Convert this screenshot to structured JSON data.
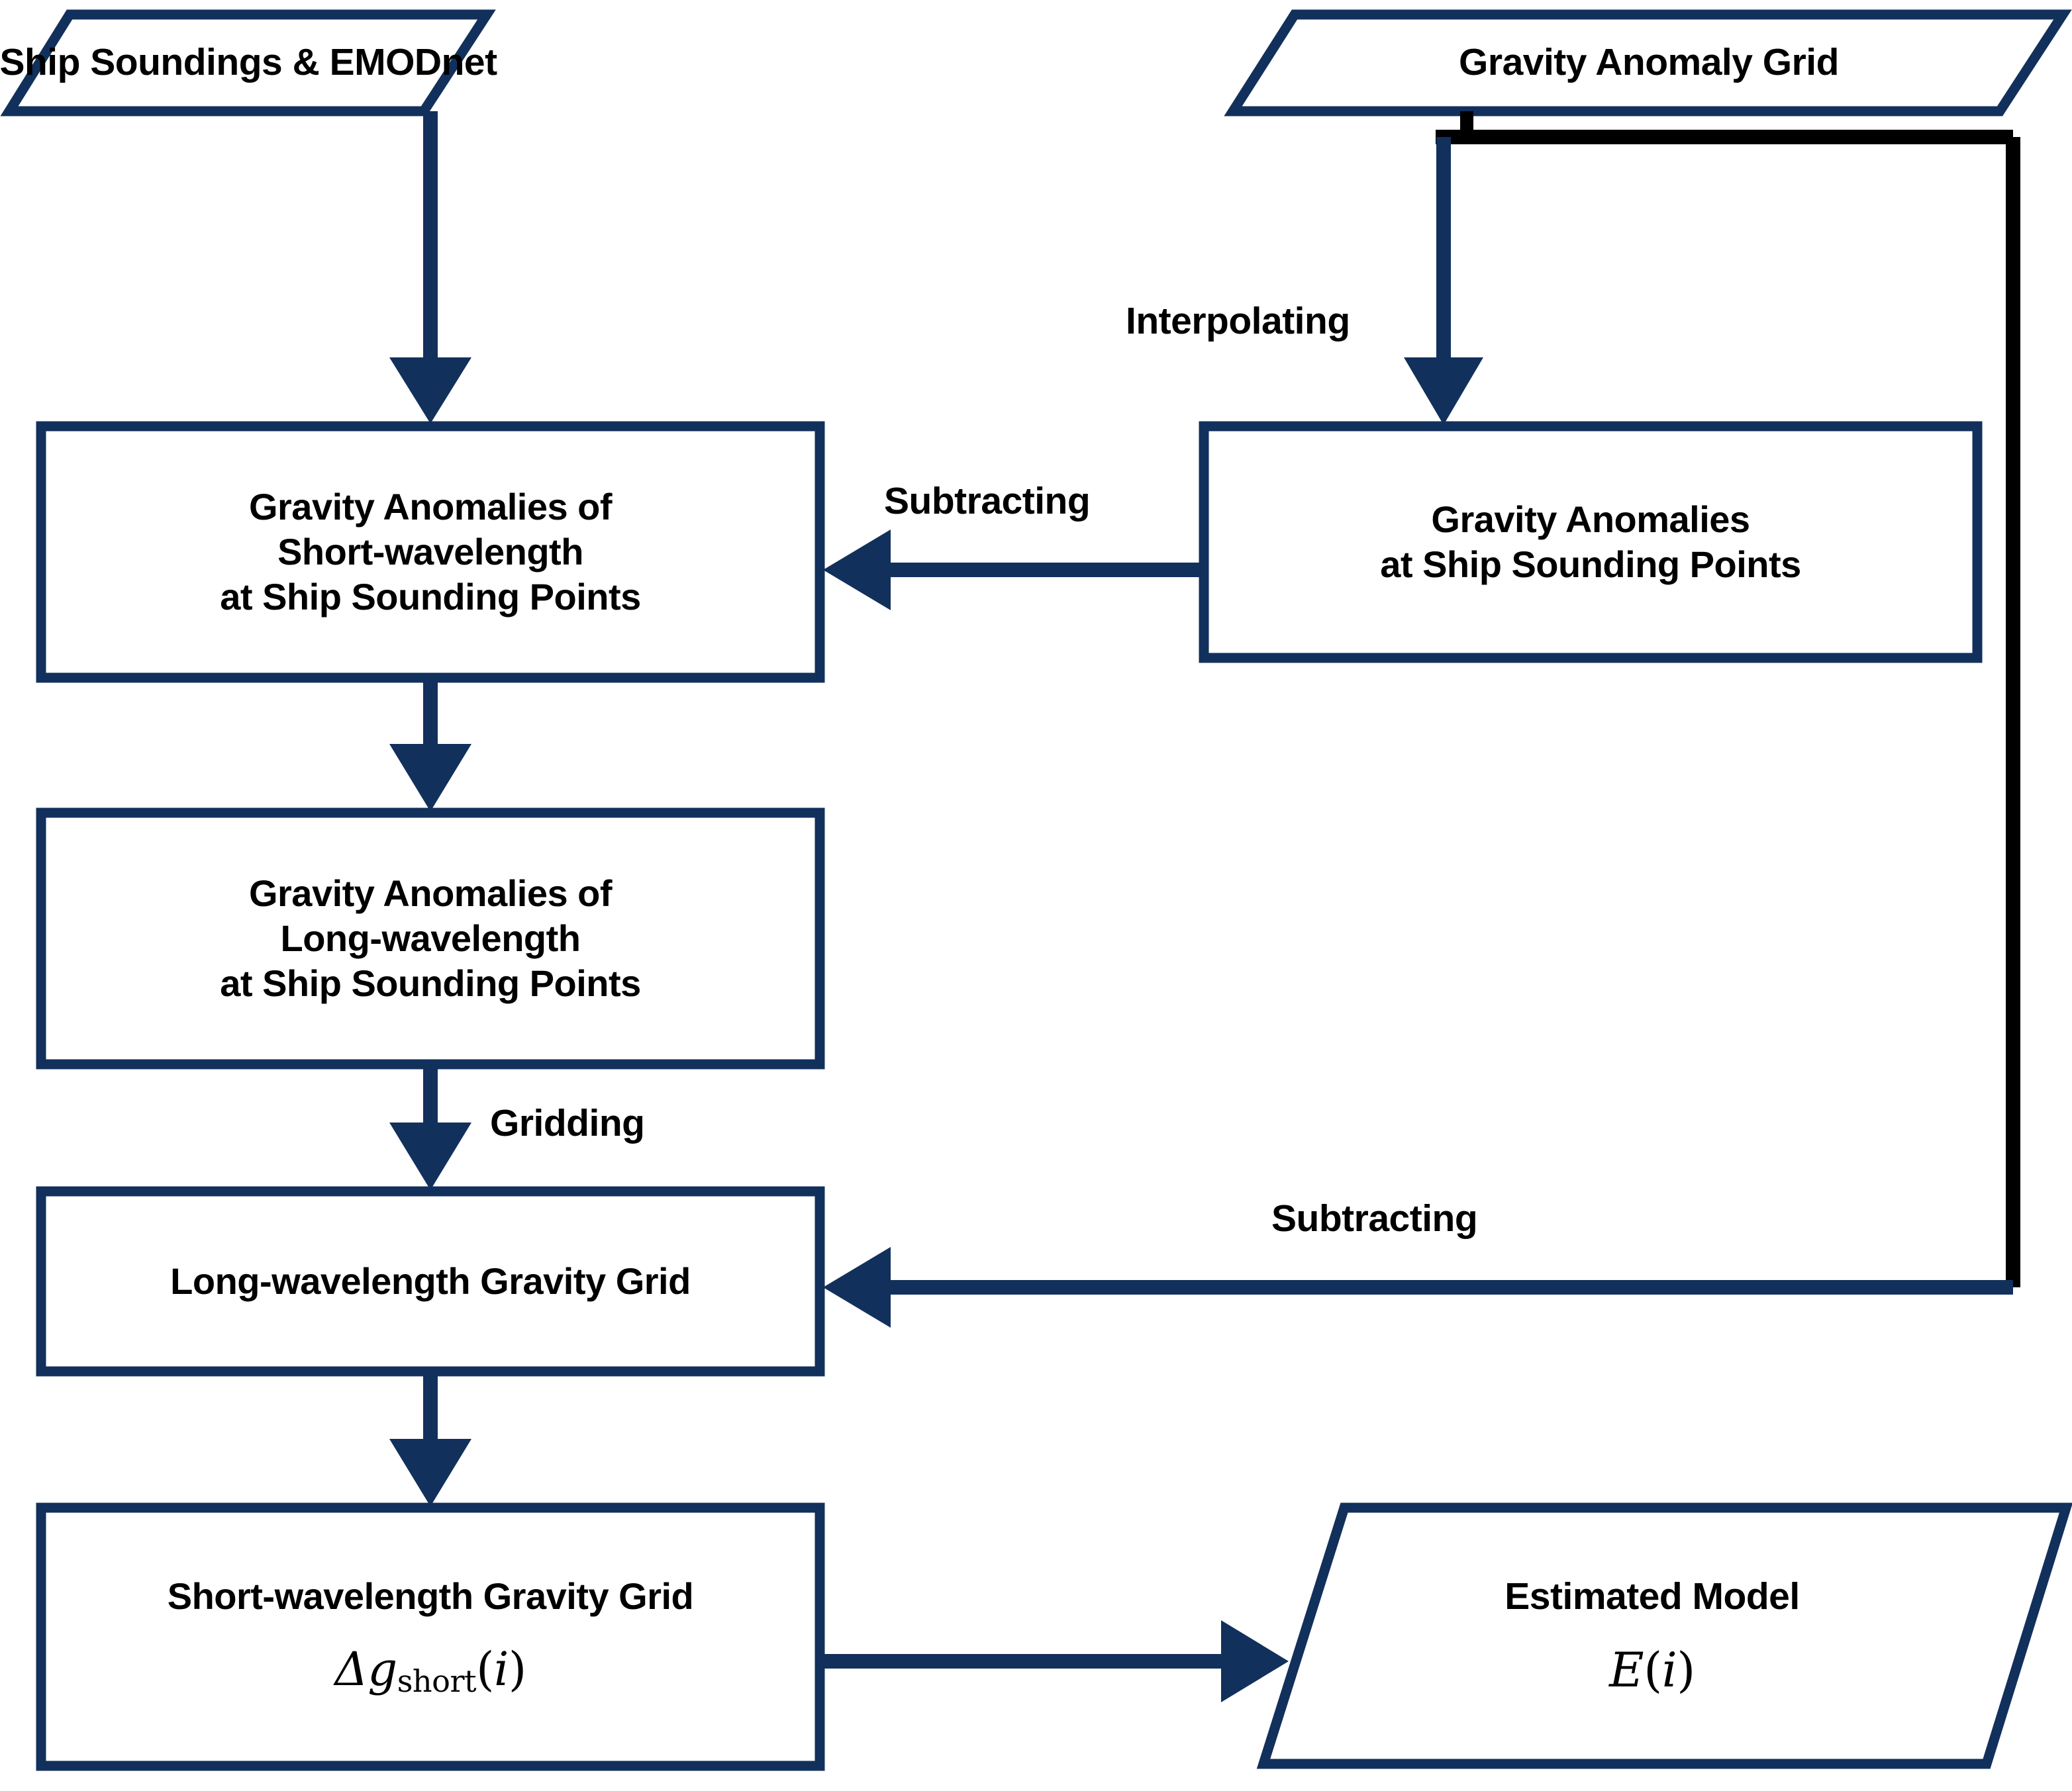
{
  "diagram": {
    "title": "Gravity Anomaly Processing Workflow",
    "colors": {
      "accent_navy": "#12305C",
      "line_black": "#000000",
      "text_black": "#000000",
      "background": "#FFFFFF"
    },
    "nodes": [
      {
        "id": "ship-soundings-emodnet",
        "shape": "parallelogram",
        "lines": [
          "Ship Soundings & EMODnet"
        ]
      },
      {
        "id": "gravity-anomaly-grid",
        "shape": "parallelogram",
        "lines": [
          "Gravity Anomaly Grid"
        ]
      },
      {
        "id": "gravity-anomalies-short-wavelength",
        "shape": "rectangle",
        "lines": [
          "Gravity Anomalies of",
          "Short-wavelength",
          "at Ship Sounding Points"
        ]
      },
      {
        "id": "gravity-anomalies-at-ship-sounding-points",
        "shape": "rectangle",
        "lines": [
          "Gravity Anomalies",
          "at Ship Sounding Points"
        ]
      },
      {
        "id": "gravity-anomalies-long-wavelength",
        "shape": "rectangle",
        "lines": [
          "Gravity Anomalies of",
          "Long-wavelength",
          "at Ship Sounding Points"
        ]
      },
      {
        "id": "long-wavelength-gravity-grid",
        "shape": "rectangle",
        "lines": [
          "Long-wavelength Gravity Grid"
        ]
      },
      {
        "id": "short-wavelength-gravity-grid",
        "shape": "rectangle",
        "lines": [
          "Short-wavelength Gravity Grid"
        ],
        "formula": "Δg_short(i)"
      },
      {
        "id": "estimated-model",
        "shape": "parallelogram",
        "lines": [
          "Estimated Model"
        ],
        "formula": "E(i)"
      }
    ],
    "edge_labels": [
      {
        "id": "interpolating",
        "text": "Interpolating"
      },
      {
        "id": "subtracting-upper",
        "text": "Subtracting"
      },
      {
        "id": "gridding",
        "text": "Gridding"
      },
      {
        "id": "subtracting-lower",
        "text": "Subtracting"
      }
    ]
  }
}
